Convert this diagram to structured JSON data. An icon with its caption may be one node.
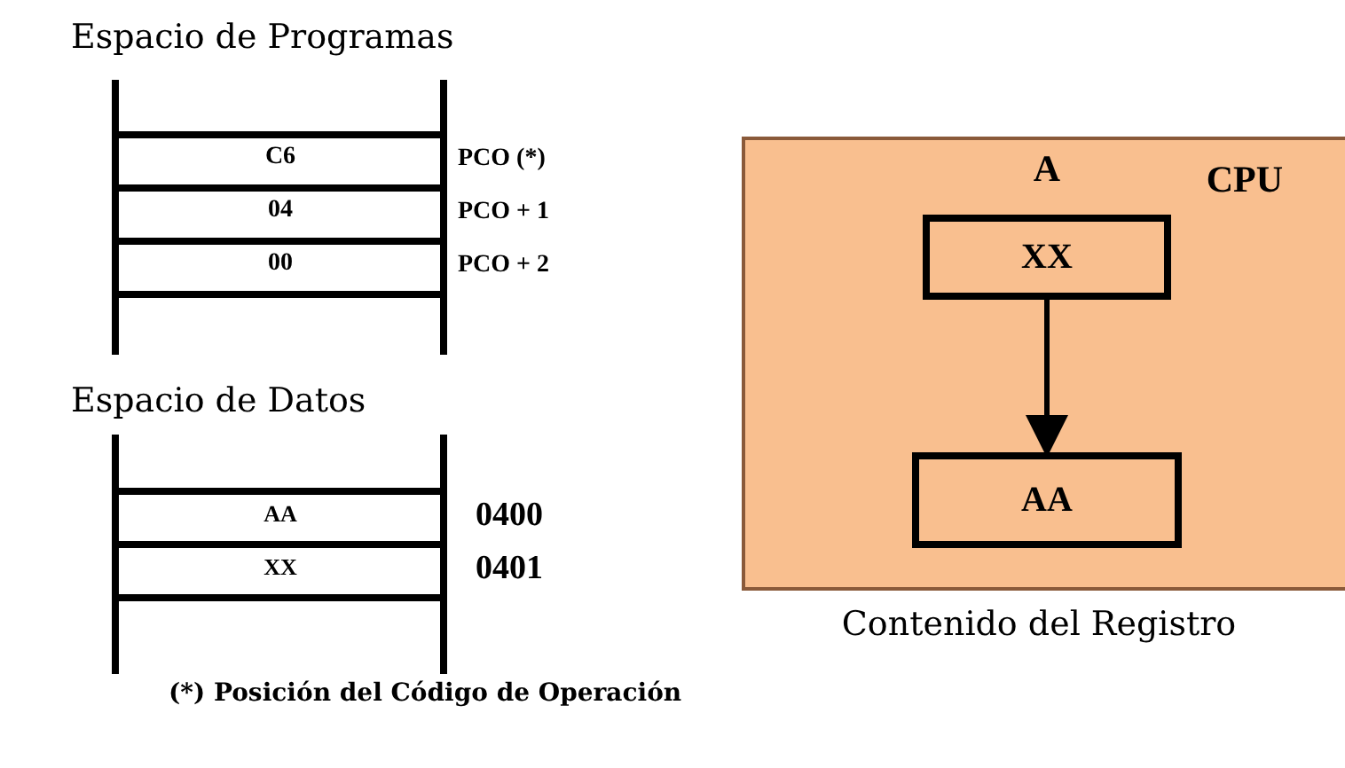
{
  "diagram": {
    "nodes": [
      {
        "text": [
          "Espacio de Programas"
        ]
      },
      {
        "text": [
          "C6"
        ],
        "in": 0,
        "beside": [
          "PCO (*)"
        ]
      },
      {
        "text": [
          "04"
        ],
        "in": 0,
        "beside": [
          "PCO + 1"
        ]
      },
      {
        "text": [
          "00"
        ],
        "in": 0,
        "beside": [
          "PCO + 2"
        ]
      },
      {
        "text": [
          "Espacio de Datos"
        ]
      },
      {
        "text": [
          "AA"
        ],
        "in": 4,
        "beside": [
          "0400"
        ]
      },
      {
        "text": [
          "XX"
        ],
        "in": 4,
        "beside": [
          "0401"
        ]
      },
      {
        "text": [
          "CPU"
        ],
        "beside": [
          "Contenido del Registro"
        ]
      },
      {
        "text": [
          "A",
          "XX"
        ],
        "in": 7
      },
      {
        "text": [
          "AA"
        ],
        "in": 7
      }
    ],
    "edges": [
      {
        "from": 8,
        "to": 9,
        "arrow": "to"
      }
    ],
    "labels": [
      "(*) Posición del Código de Operación"
    ]
  }
}
